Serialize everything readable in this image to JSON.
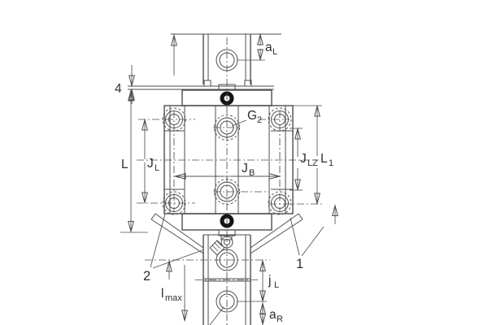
{
  "title": "Linear recirculating ball bearing unit - carriage and guideway dimension drawing",
  "colors": {
    "line": "#4d4d4d",
    "text": "#2e2e2e",
    "port_fill": "#151515",
    "background": "#ffffff"
  },
  "labels": {
    "a_L": {
      "base": "a",
      "sub": "L"
    },
    "shim": "4",
    "G_2": {
      "base": "G",
      "sub": "2"
    },
    "J_L": {
      "base": "J",
      "sub": "L"
    },
    "L": "L",
    "J_B": {
      "base": "J",
      "sub": "B"
    },
    "J_LZ": {
      "base": "J",
      "sub": "LZ"
    },
    "L_1": {
      "base": "L",
      "sub": "1"
    },
    "callout_1": "1",
    "callout_2": "2",
    "l_max": {
      "base": "l",
      "sub": "max"
    },
    "j_L": {
      "base": "j",
      "sub": "L"
    },
    "a_R": {
      "base": "a",
      "sub": "R"
    }
  }
}
